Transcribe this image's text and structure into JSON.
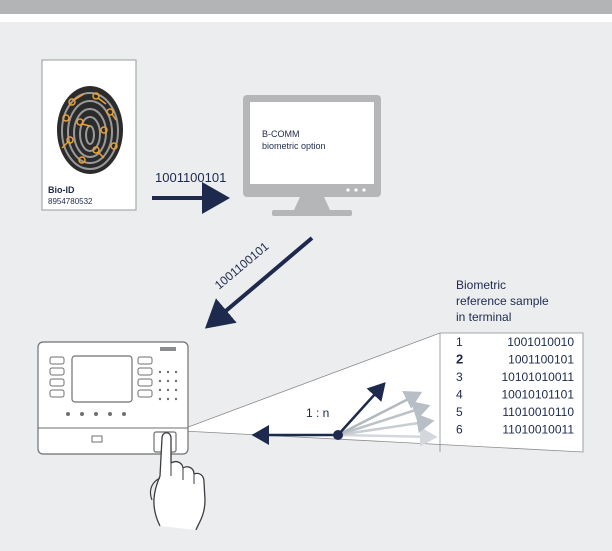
{
  "bio_card": {
    "title": "Bio-ID",
    "number": "8954780532"
  },
  "monitor": {
    "line1": "B-COMM",
    "line2": "biometric option"
  },
  "transfer": {
    "horizontal_code": "1001100101",
    "diagonal_code": "1001100101"
  },
  "reference": {
    "caption_line1": "Biometric",
    "caption_line2": "reference sample",
    "caption_line3": "in terminal",
    "rows": [
      {
        "index": "1",
        "code": "1001010010",
        "match": false
      },
      {
        "index": "2",
        "code": "1001100101",
        "match": true
      },
      {
        "index": "3",
        "code": "10101010011",
        "match": false
      },
      {
        "index": "4",
        "code": "10010101101",
        "match": false
      },
      {
        "index": "5",
        "code": "11010010110",
        "match": false
      },
      {
        "index": "6",
        "code": "11010010011",
        "match": false
      }
    ]
  },
  "comparison": {
    "ratio_label": "1 : n"
  },
  "colors": {
    "navy": "#1d2a4d",
    "screen_gray": "#b4b6b8",
    "panel_bg": "#ecedee",
    "topbar": "#b2b4b6",
    "fingerprint_accent": "#f0a030",
    "faded_arrow": "#c0c6cc"
  }
}
